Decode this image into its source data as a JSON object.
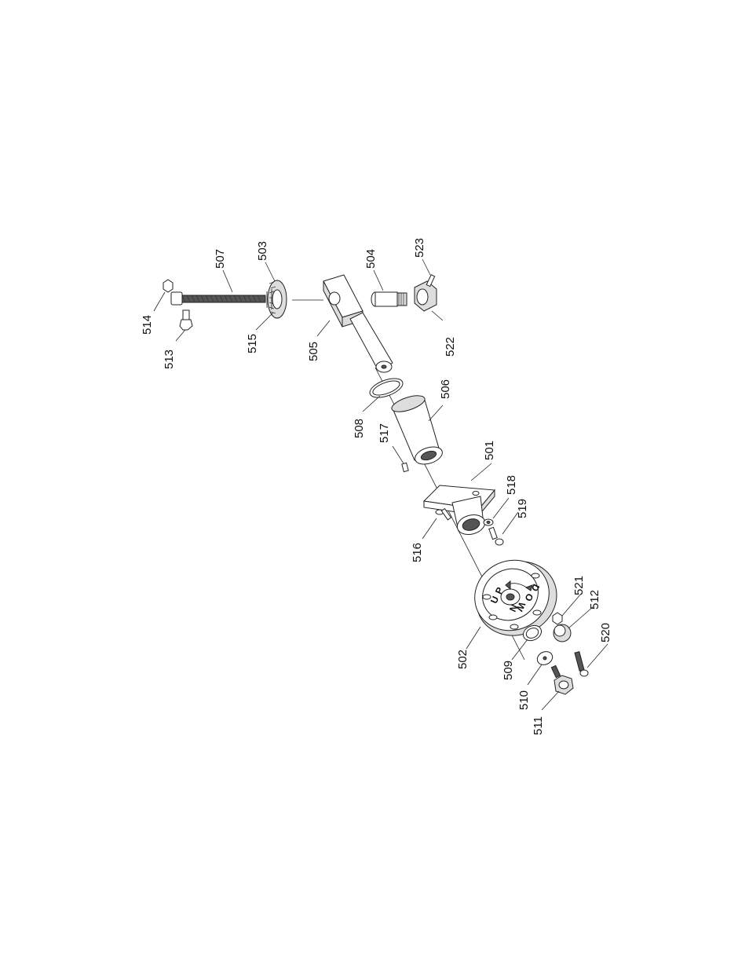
{
  "diagram": {
    "dial_text": [
      "U",
      "P",
      "D",
      "O",
      "W",
      "N"
    ],
    "labels": [
      {
        "id": "507",
        "text": "507"
      },
      {
        "id": "503",
        "text": "503"
      },
      {
        "id": "504",
        "text": "504"
      },
      {
        "id": "523",
        "text": "523"
      },
      {
        "id": "514",
        "text": "514"
      },
      {
        "id": "513",
        "text": "513"
      },
      {
        "id": "515",
        "text": "515"
      },
      {
        "id": "505",
        "text": "505"
      },
      {
        "id": "522",
        "text": "522"
      },
      {
        "id": "506",
        "text": "506"
      },
      {
        "id": "508",
        "text": "508"
      },
      {
        "id": "517",
        "text": "517"
      },
      {
        "id": "501",
        "text": "501"
      },
      {
        "id": "518",
        "text": "518"
      },
      {
        "id": "519",
        "text": "519"
      },
      {
        "id": "516",
        "text": "516"
      },
      {
        "id": "521",
        "text": "521"
      },
      {
        "id": "512",
        "text": "512"
      },
      {
        "id": "520",
        "text": "520"
      },
      {
        "id": "502",
        "text": "502"
      },
      {
        "id": "509",
        "text": "509"
      },
      {
        "id": "510",
        "text": "510"
      },
      {
        "id": "511",
        "text": "511"
      }
    ]
  }
}
